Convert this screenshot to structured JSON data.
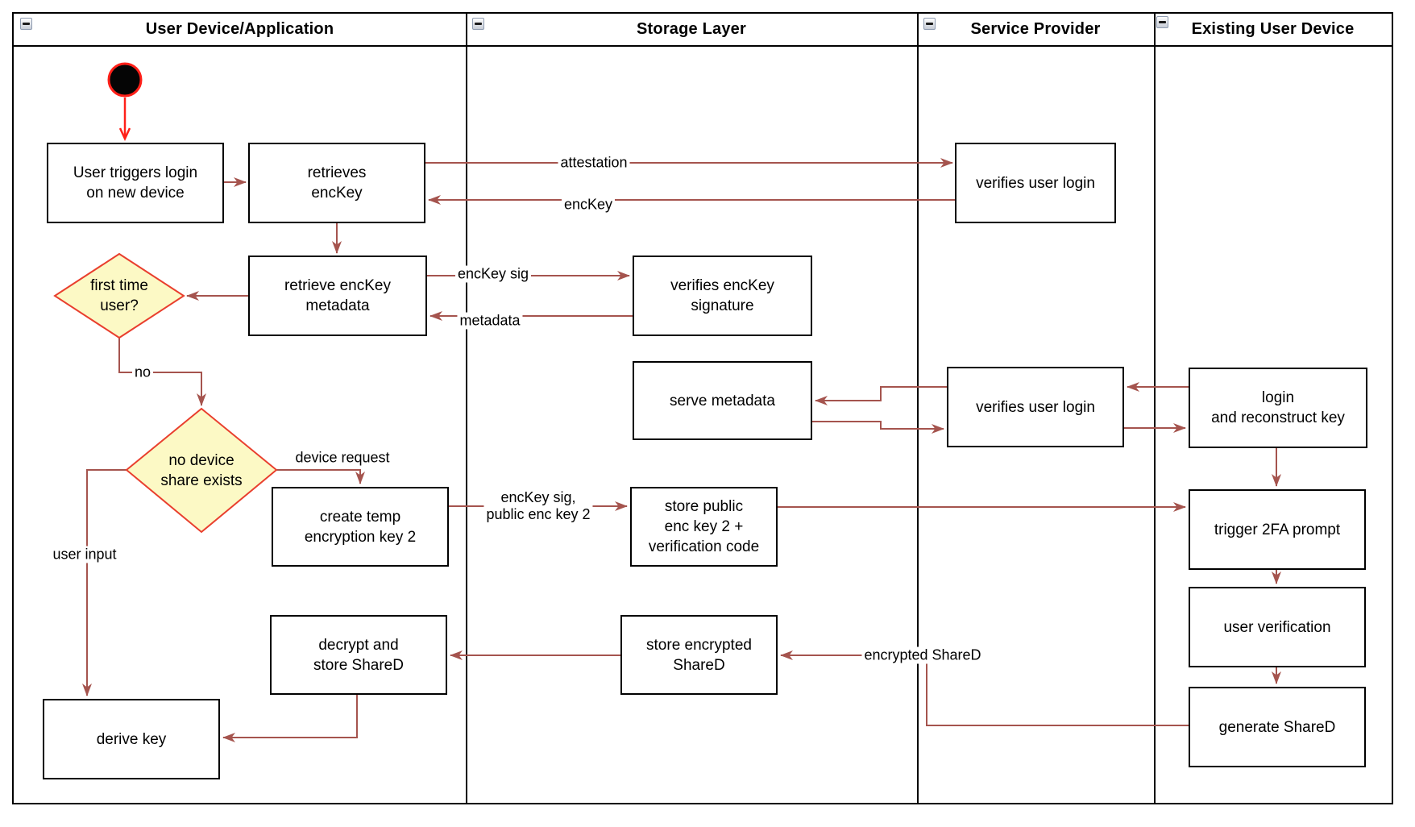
{
  "lanes": [
    {
      "label": "User Device/Application"
    },
    {
      "label": "Storage Layer"
    },
    {
      "label": "Service Provider"
    },
    {
      "label": "Existing User Device"
    }
  ],
  "nodes": {
    "user_triggers": [
      "User triggers login",
      "on new device"
    ],
    "retrieves_enckey": [
      "retrieves",
      "encKey"
    ],
    "retrieve_metadata": [
      "retrieve encKey",
      "metadata"
    ],
    "first_time_user": [
      "first time",
      "user?"
    ],
    "no_device_share": [
      "no device",
      "share exists"
    ],
    "create_temp": [
      "create temp",
      "encryption key 2"
    ],
    "decrypt_store": [
      "decrypt and",
      "store ShareD"
    ],
    "derive_key": [
      "derive key"
    ],
    "verifies_signature": [
      "verifies encKey",
      "signature"
    ],
    "serve_metadata": [
      "serve metadata"
    ],
    "store_public": [
      "store public",
      "enc key 2 +",
      "verification code"
    ],
    "store_encrypted": [
      "store encrypted",
      "ShareD"
    ],
    "verifies_login_1": [
      "verifies user login"
    ],
    "verifies_login_2": [
      "verifies user login"
    ],
    "login_reconstruct": [
      "login",
      "and reconstruct key"
    ],
    "trigger_2fa": [
      "trigger 2FA prompt"
    ],
    "user_verification": [
      "user verification"
    ],
    "generate_shared": [
      "generate ShareD"
    ]
  },
  "edge_labels": {
    "attestation": "attestation",
    "enckey": "encKey",
    "enckey_sig": "encKey sig",
    "metadata": "metadata",
    "no": "no",
    "device_request": "device request",
    "enckey_sig_public": [
      "encKey sig,",
      "public enc key 2"
    ],
    "user_input": "user input",
    "encrypted_shared": "encrypted ShareD"
  },
  "icons": {
    "lane_collapse": "minus-icon"
  },
  "colors": {
    "edge": "#A5544E",
    "start_edge": "#FF2019",
    "decision_fill": "#FCF9C5",
    "decision_stroke": "#E93F2E",
    "node_stroke": "#000000",
    "start_fill": "#050505"
  }
}
